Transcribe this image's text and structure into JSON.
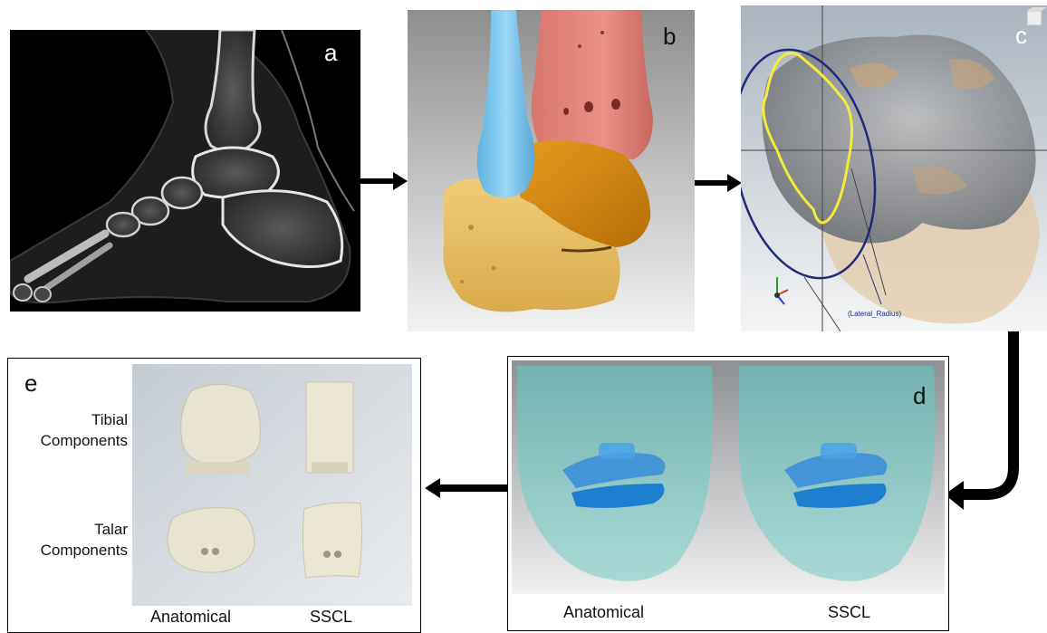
{
  "panels": {
    "a": {
      "label": "a"
    },
    "b": {
      "label": "b"
    },
    "c": {
      "label": "c",
      "annotation": "(Lateral_Radius)"
    },
    "d": {
      "label": "d",
      "captions": [
        "Anatomical",
        "SSCL"
      ]
    },
    "e": {
      "label": "e",
      "row_labels": [
        {
          "line1": "Tibial",
          "line2": "Components"
        },
        {
          "line1": "Talar",
          "line2": "Components"
        }
      ],
      "captions": [
        "Anatomical",
        "SSCL"
      ]
    }
  },
  "colors": {
    "tibia": "#e8867c",
    "fibula": "#7ec8ee",
    "talus": "#d7890c",
    "calcaneus": "#eac36b",
    "arrow": "#000000",
    "ellipse": "#1f2a7a",
    "contour": "#f5ec3a",
    "bone_translucent": "#7fc6c4",
    "implant": "#1e7fd0"
  },
  "icons": {
    "arrows": "arrow-right / arrow-left / curved-arrow",
    "axis_triad": "axis-triad-icon",
    "view_cube": "view-cube-icon"
  }
}
